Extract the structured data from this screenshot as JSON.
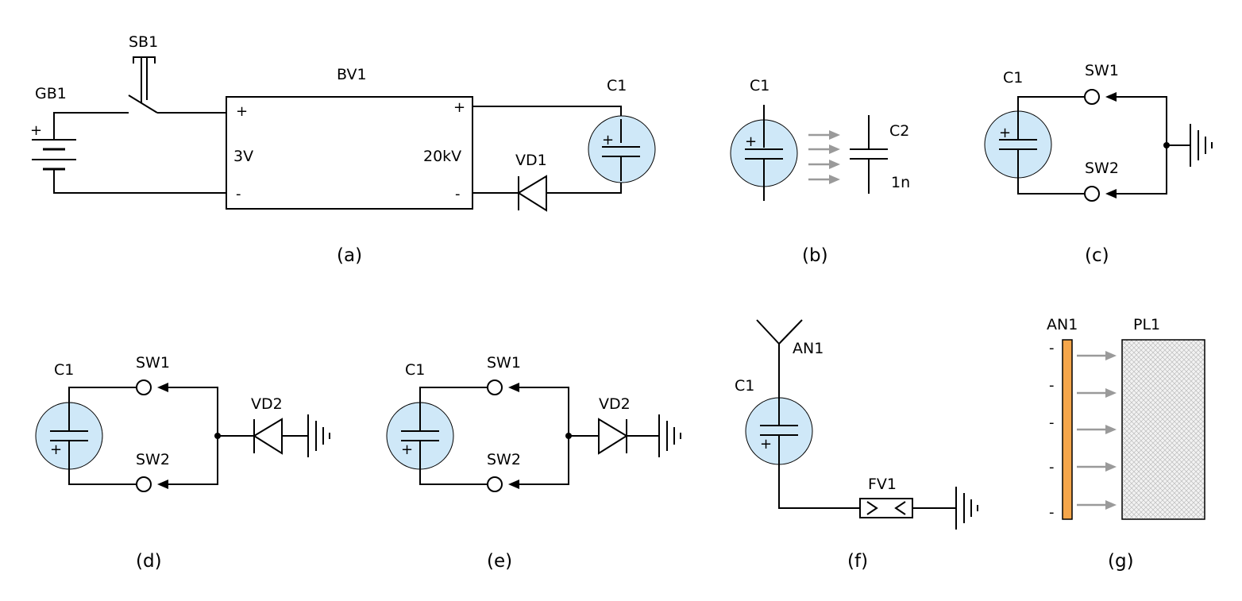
{
  "colors": {
    "bubble": "#cfe8f8",
    "antenna_bar": "#f5a64a",
    "arrow_gray": "#9a9a9a"
  },
  "panel_a": {
    "caption": "(a)",
    "gb1": "GB1",
    "gb1_plus": "+",
    "sb1": "SB1",
    "bv1": "BV1",
    "in_plus": "+",
    "in_minus": "-",
    "in_voltage": "3V",
    "out_plus": "+",
    "out_minus": "-",
    "out_voltage": "20kV",
    "vd1": "VD1",
    "c1": "C1",
    "c1_plus": "+"
  },
  "panel_b": {
    "caption": "(b)",
    "c1": "C1",
    "c1_plus": "+",
    "c2": "C2",
    "c2_value": "1n"
  },
  "panel_c": {
    "caption": "(c)",
    "c1": "C1",
    "c1_plus": "+",
    "sw1": "SW1",
    "sw2": "SW2"
  },
  "panel_d": {
    "caption": "(d)",
    "c1": "C1",
    "c1_plus": "+",
    "sw1": "SW1",
    "sw2": "SW2",
    "vd2": "VD2"
  },
  "panel_e": {
    "caption": "(e)",
    "c1": "C1",
    "c1_plus": "+",
    "sw1": "SW1",
    "sw2": "SW2",
    "vd2": "VD2"
  },
  "panel_f": {
    "caption": "(f)",
    "an1": "AN1",
    "c1": "C1",
    "c1_plus": "+",
    "fv1": "FV1"
  },
  "panel_g": {
    "caption": "(g)",
    "an1": "AN1",
    "pl1": "PL1",
    "minus_marks": [
      "-",
      "-",
      "-",
      "-",
      "-"
    ]
  }
}
